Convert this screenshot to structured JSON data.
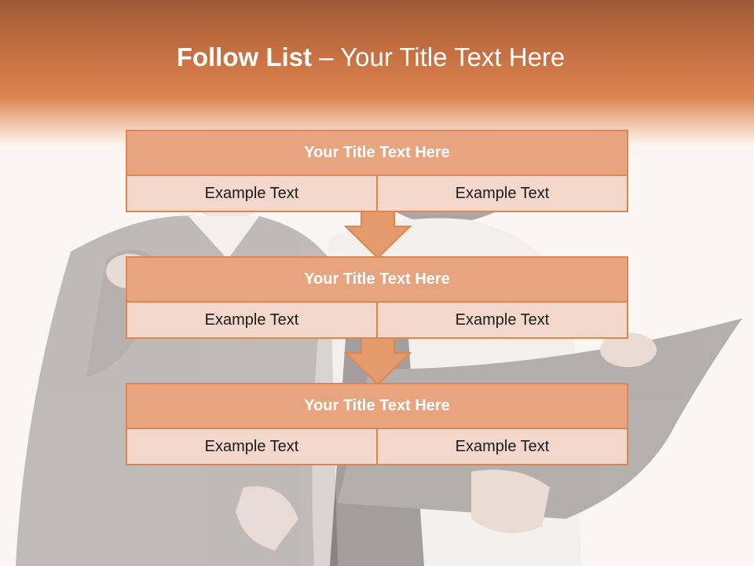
{
  "slide": {
    "title_main": "Follow List",
    "title_sub": " – Your Title Text Here"
  },
  "flow": [
    {
      "title": "Your Title Text Here",
      "left": "Example Text",
      "right": "Example Text"
    },
    {
      "title": "Your Title Text Here",
      "left": "Example Text",
      "right": "Example Text"
    },
    {
      "title": "Your Title Text Here",
      "left": "Example Text",
      "right": "Example Text"
    }
  ],
  "colors": {
    "accent": "#de8650",
    "header_fill": "#e7a47e",
    "cell_fill": "#f4d7cb",
    "arrow_fill": "#e39a6c"
  }
}
